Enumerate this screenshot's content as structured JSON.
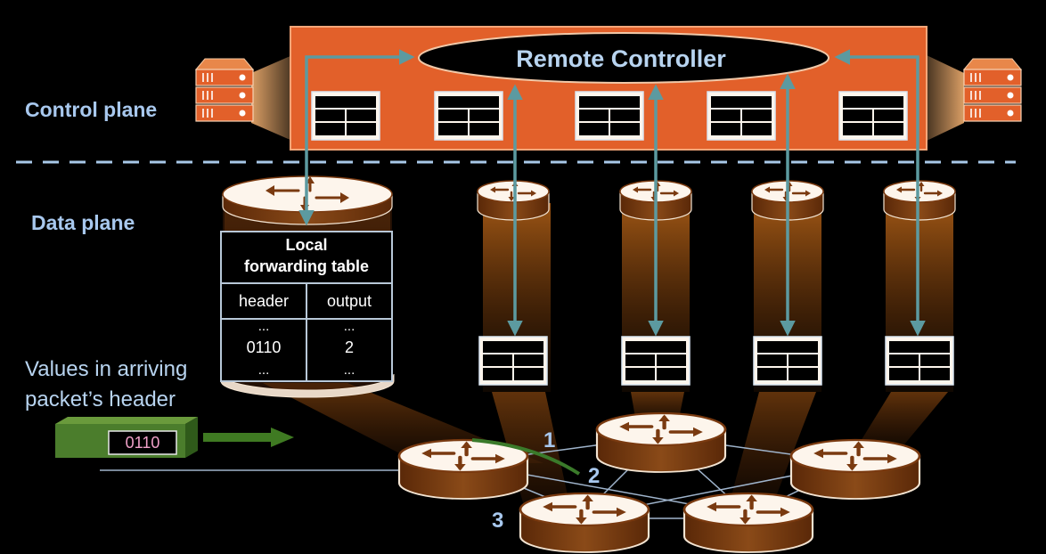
{
  "labels": {
    "control_plane": "Control plane",
    "data_plane": "Data plane",
    "remote_controller": "Remote Controller",
    "arriving_line1": "Values in arriving",
    "arriving_line2": "packet’s header",
    "packet_value": "0110"
  },
  "forwarding_table": {
    "title_line1": "Local",
    "title_line2": "forwarding table",
    "col_header": "header",
    "col_output": "output",
    "rows": [
      [
        "...",
        "..."
      ],
      [
        "0110",
        "2"
      ],
      [
        "...",
        "..."
      ]
    ]
  },
  "ports": [
    "1",
    "2",
    "3"
  ],
  "colors": {
    "background": "#000000",
    "controller_box": "#e2602a",
    "controller_border": "#f4a679",
    "arrow": "#5c9aa0",
    "label_blue": "#a8c8ee",
    "router_body": "#7a3a10",
    "router_top": "#fdf5ec",
    "packet": "#4b7d2c",
    "packet_value": "#f0a0c8"
  },
  "icons": [
    "server-icon",
    "router-icon",
    "flow-table-icon",
    "packet-icon",
    "arrow-right-icon"
  ]
}
